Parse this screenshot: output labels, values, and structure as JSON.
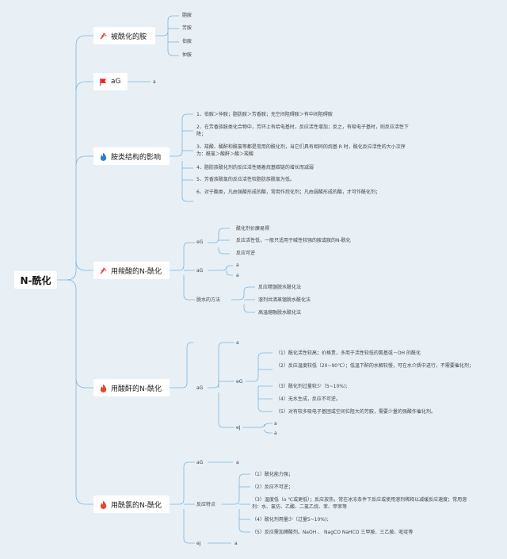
{
  "root": {
    "label": "N-酰化"
  },
  "branches": [
    {
      "label": "被酰化的胺",
      "icon": "tools-icon"
    },
    {
      "label": "aG",
      "icon": "red-flag-icon"
    },
    {
      "label": "胺类结构的影响",
      "icon": "blue-flame-icon"
    },
    {
      "label": "用羧酸的N-酰化",
      "icon": "tools-icon"
    },
    {
      "label": "用酸酐的N-酰化",
      "icon": "red-flame-icon"
    },
    {
      "label": "用酰氯的N-酰化",
      "icon": "red-flame-icon"
    }
  ],
  "b1": {
    "items": [
      "脂胺",
      "芳胺",
      "伯胺",
      "仲胺"
    ]
  },
  "b2": {
    "a": "a"
  },
  "b3": {
    "items": [
      "1、伯胺＞仲胺；脂肪胺＞芳香胺；无空间阻碍胺＞有中间阻碍胺",
      "2、在芳香族胺类化合物中，芳环上有给电基时，反应活性增加；反之，有吸电子基时，则反应活性下降；",
      "3、羧酸、酸酐和酰氯等都是常用的酰化剂，当它们具有相同的烷基 R 时，酰化反应活性的大小次序为：酰氯＞酸酐＞酯＞羧酸",
      "4、脂肪族酰化剂的反应活性随着烷基碳链的增长而减弱",
      "5、芳香族酰氯的反应活性较脂肪族酰氯为低。",
      "6、对于酯类，凡由强酸形成的酯，常用作烷化剂；凡由弱酸形成的酯，才可作酰化剂；"
    ]
  },
  "b4": {
    "eG": {
      "label": "eG",
      "items": [
        "酰化剂价廉易得",
        "反应活性低，一般只适用于碱性较强的胺或胺的N-酰化",
        "反应可逆"
      ]
    },
    "aG": {
      "label": "aG",
      "items": [
        "a",
        "a"
      ]
    },
    "dehydration": {
      "label": "脱水的方法",
      "items": [
        "反应精馏脱水酰化法",
        "溶剂共沸蒸馏脱水酰化法",
        "高温熔融脱水酰化法"
      ]
    }
  },
  "b5": {
    "label": "aG",
    "a_top": "a",
    "eG": {
      "label": "eG",
      "items": [
        "（1）酰化活性较高；价格贵，多用于活性较低的氨基或－OH 的酰化",
        "（2）反应温度较低（20~90℃）；低温下酐的水解较慢，可在水介质中进行，不需要催化剂；",
        "（3）酰化剂过量较少（5~10%);",
        "（4）无水生成，反应不可逆。",
        "（5）对有较多吸电子基团或空间位阻大的芳胺，需要少量的强酸作催化剂。"
      ]
    },
    "eJ": {
      "label": "eJ",
      "items": [
        "a",
        "a"
      ]
    }
  },
  "b6": {
    "aG": {
      "label": "aG",
      "value": "a"
    },
    "features": {
      "label": "反应特点",
      "items": [
        "（1）酰化能力强；",
        "（2）反应不可逆；",
        "（3）温度低（o ℃或更低）；反应放热，常在冰冻条件下反应或使用溶剂稀释以减缓反应速度；常用溶剂：水、氯仿、乙酸、二氯乙烷、苯、甲苯等",
        "（4）酰化剂用量少（过量5~10%);",
        "（5）反应需加缚酸剂。NaOH 、 NagCO NaHCO 三甲胺、三乙胺、吡啶等"
      ]
    },
    "eJ": {
      "label": "eJ",
      "value": "a"
    }
  },
  "colors": {
    "line": "#7fb3d9",
    "background": "#e8f0f6",
    "flame_red": "#e8452c",
    "flame_blue": "#2f7fd0",
    "flag": "#e8262a"
  }
}
